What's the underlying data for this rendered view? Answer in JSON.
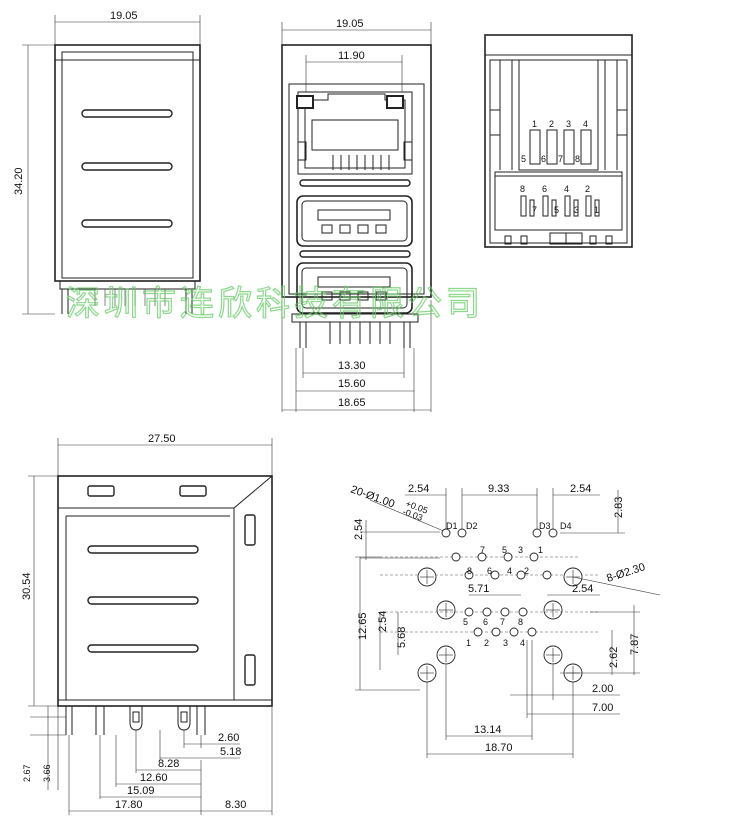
{
  "watermark": "深圳市连欣科技有限公司",
  "front_view": {
    "width": "19.05",
    "height": "34.20"
  },
  "connector_view": {
    "width": "19.05",
    "rj45_width": "11.90",
    "usb_width": "13.30",
    "pin_span": "15.60",
    "overall_width": "18.65"
  },
  "rear_view": {
    "top_pins": [
      "1",
      "2",
      "3",
      "4"
    ],
    "mid_pins": [
      "5",
      "6",
      "7",
      "8"
    ],
    "bottom_pins_top": [
      "8",
      "6",
      "4",
      "2"
    ],
    "bottom_pins_bottom": [
      "7",
      "5",
      "3",
      "1"
    ]
  },
  "side_view": {
    "depth": "27.50",
    "height": "30.54",
    "dim_2_60": "2.60",
    "dim_5_18": "5.18",
    "dim_8_28": "8.28",
    "dim_12_60": "12.60",
    "dim_15_09": "15.09",
    "dim_17_80": "17.80",
    "dim_8_30": "8.30",
    "dim_2_67": "2.67",
    "dim_3_66": "3.66"
  },
  "footprint": {
    "hole_callout": "20-Ø1.00",
    "tol_plus": "+0.05",
    "tol_minus": "-0.03",
    "mount_callout": "8-Ø2.30",
    "dim_2_54_left": "2.54",
    "dim_9_33": "9.33",
    "dim_2_54_right": "2.54",
    "dim_2_83": "2.83",
    "dim_2_54_vert": "2.54",
    "dim_5_71": "5.71",
    "dim_2_54_mid": "2.54",
    "dim_12_65": "12.65",
    "dim_2_54_low": "2.54",
    "dim_5_68": "5.68",
    "dim_7_87": "7.87",
    "dim_2_62": "2.62",
    "dim_2_00": "2.00",
    "dim_7_00": "7.00",
    "dim_13_14": "13.14",
    "dim_18_70": "18.70",
    "led_labels": [
      "D1",
      "D2",
      "D3",
      "D4"
    ],
    "upper_row_pins": [
      "7",
      "5",
      "3",
      "1"
    ],
    "upper_row2_pins": [
      "8",
      "6",
      "4",
      "2"
    ],
    "lower_row_pins": [
      "5",
      "6",
      "7",
      "8"
    ],
    "lower_row2_pins": [
      "1",
      "2",
      "3",
      "4"
    ]
  }
}
